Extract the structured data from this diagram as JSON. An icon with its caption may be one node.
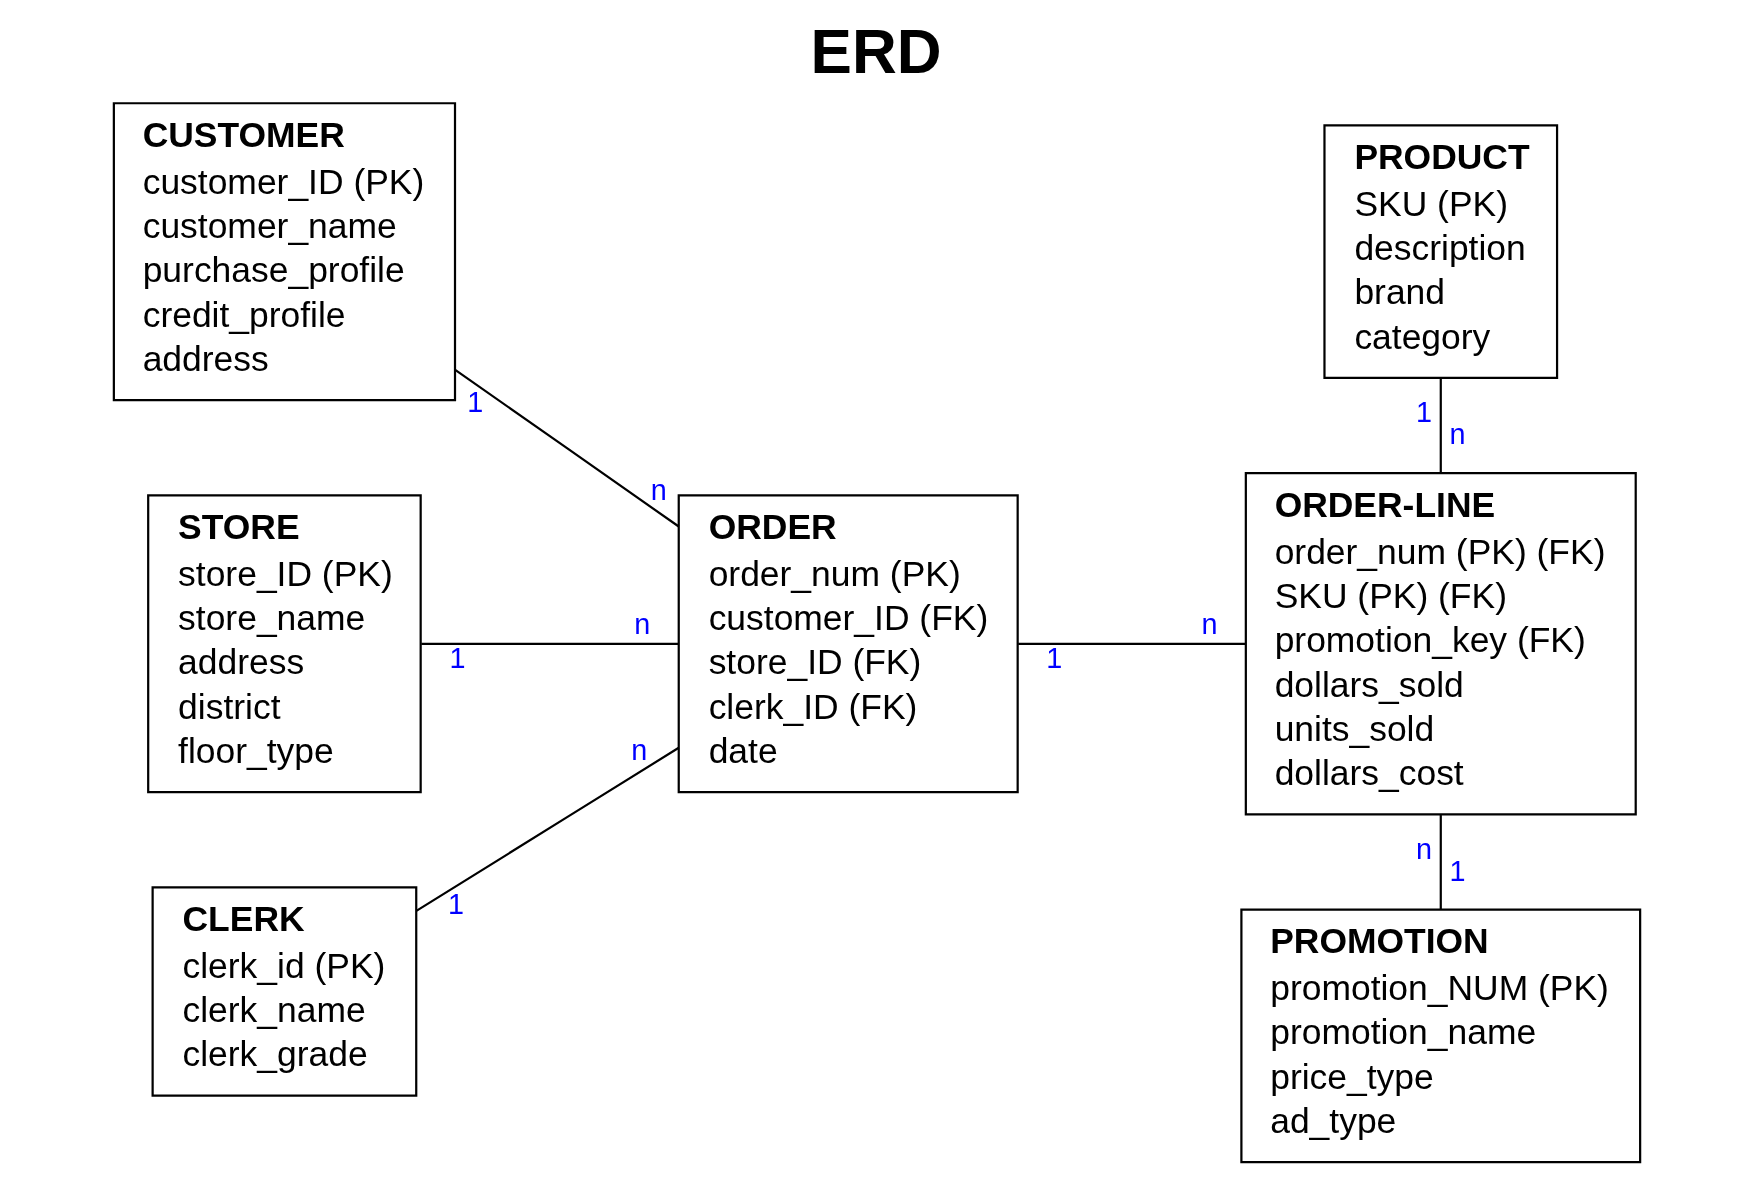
{
  "diagram": {
    "title": "ERD",
    "nodes": [
      {
        "text": [
          "CUSTOMER",
          "customer_ID (PK)",
          "customer_name",
          "purchase_profile",
          "credit_profile",
          "address"
        ],
        "beside": [
          "1"
        ]
      },
      {
        "text": [
          "PRODUCT",
          "SKU (PK)",
          "description",
          "brand",
          "category"
        ],
        "beside": [
          "1"
        ]
      },
      {
        "text": [
          "ORDER",
          "order_num (PK)",
          "customer_ID (FK)",
          "store_ID (FK)",
          "clerk_ID (FK)",
          "date"
        ],
        "beside": [
          "n",
          "n",
          "n",
          "1"
        ]
      },
      {
        "text": [
          "ORDER-LINE",
          "order_num (PK) (FK)",
          "SKU (PK) (FK)",
          "promotion_key (FK)",
          "dollars_sold",
          "units_sold",
          "dollars_cost"
        ],
        "beside": [
          "n",
          "n",
          "n"
        ]
      },
      {
        "text": [
          "STORE",
          "store_ID (PK)",
          "store_name",
          "address",
          "district",
          "floor_type"
        ],
        "beside": [
          "1"
        ]
      },
      {
        "text": [
          "CLERK",
          "clerk_id (PK)",
          "clerk_name",
          "clerk_grade"
        ],
        "beside": [
          "1"
        ]
      },
      {
        "text": [
          "PROMOTION",
          "promotion_NUM (PK)",
          "promotion_name",
          "price_type",
          "ad_type"
        ],
        "beside": [
          "1"
        ]
      }
    ],
    "edges": [
      {
        "from": 0,
        "to": 2,
        "arrow": "none"
      },
      {
        "from": 4,
        "to": 2,
        "arrow": "none"
      },
      {
        "from": 5,
        "to": 2,
        "arrow": "none"
      },
      {
        "from": 2,
        "to": 3,
        "arrow": "none"
      },
      {
        "from": 1,
        "to": 3,
        "arrow": "none"
      },
      {
        "from": 3,
        "to": 6,
        "arrow": "none"
      }
    ]
  }
}
